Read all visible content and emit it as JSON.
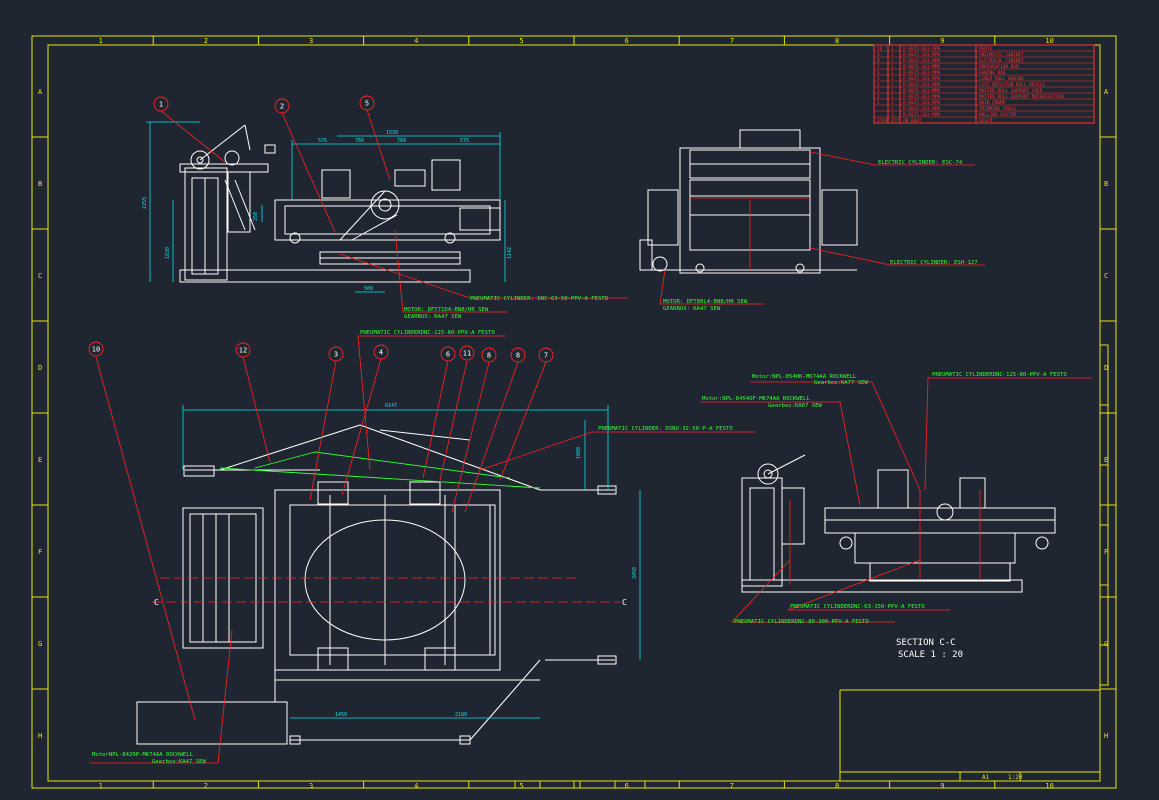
{
  "colors": {
    "background": "#202631",
    "frame": "#e6e600",
    "geometry": "#ffffff",
    "dimension": "#00e5e5",
    "callout": "#ff2020",
    "annotation": "#33ff33",
    "table": "#ff3030"
  },
  "grid": {
    "columns": [
      "1",
      "2",
      "3",
      "4",
      "5",
      "6",
      "7",
      "8",
      "9",
      "10"
    ],
    "rows": [
      "A",
      "B",
      "C",
      "D",
      "E",
      "F",
      "G",
      "H"
    ]
  },
  "bom": {
    "header": [
      "ITEM",
      "QTY",
      "AN_0007",
      "DESCR"
    ],
    "rows": [
      [
        "10",
        "1",
        "R-8025-101-MPN",
        "PENTE"
      ],
      [
        "9",
        "1",
        "R-8025-101-MPN",
        "PNEUMATIC CABINET"
      ],
      [
        "8",
        "1",
        "R-8025-101-MPN",
        "ELETRICAL CABINET"
      ],
      [
        "7",
        "1",
        "R-8025-101-MPN",
        "PREPARATION BAR"
      ],
      [
        "6",
        "1",
        "R-8025-101-MPN",
        "SAWING BAR"
      ],
      [
        "5",
        "1",
        "R-8025-101-MPN",
        "LINER ROLL REWIND"
      ],
      [
        "4",
        "1",
        "R-8025-101-MPN",
        "LIFT ROTATION ROLL DEVICE"
      ],
      [
        "3",
        "1",
        "R-8025-101-MPN",
        "MASTER ROLL SUPPORT FREE"
      ],
      [
        "2",
        "1",
        "R-8025-101-MPN",
        "MASTER ROLL SUPPORT MOTORISATION"
      ],
      [
        "1",
        "1",
        "R-8025-101-MPN",
        "MAIN FRAME"
      ],
      [
        "",
        "1",
        "R-8025-101-MPN",
        "TRIMMING TABLE"
      ],
      [
        "",
        "1",
        "R-8025-101-MPN",
        "ROLLING SYSTEM"
      ]
    ]
  },
  "callouts": {
    "top": [
      "1",
      "2",
      "5"
    ],
    "bottom": [
      "10",
      "12",
      "3",
      "4",
      "6",
      "11",
      "8",
      "8",
      "7"
    ]
  },
  "dims": {
    "top_overall": "1530",
    "top_segments": [
      "575",
      "760",
      "760",
      "575"
    ],
    "height_left": "2255",
    "height_inner": "1830",
    "height_right": "1142",
    "small_a": "250",
    "bottom_width": "500",
    "plan_width": "6147",
    "plan_height": "3450",
    "plan_right_v": "1000",
    "plan_bottom_left": "1450",
    "plan_bottom_right": "2180"
  },
  "labels": {
    "pneu_top_side": "PNEUMATIC CYLINDER: DNC-63-50-PPV-A FESTO",
    "motor_top_side": "MOTOR: DFT71D4-BN8/HR SEW",
    "gear_top_side": "GEARBOX: KA47 SEW",
    "elec_cyl_1": "ELECTRIC CYLINDER: ESC-74",
    "elec_cyl_2": "ELECTRIC CYLINDER: ESH-127",
    "motor_front": "MOTOR: DFT80L4-BN8/HR SEW",
    "gear_front": "GEARBOX: KA47 SEW",
    "pneu_plan_top": "PNEUMATIC CYLINDERDNC-125-80-PPV-A FESTO",
    "pneu_plan_mid": "PNEUMATIC CYLINDER: DSNU-32-50-P-A FESTO",
    "motor_sec_1": "Motor:NPL-8540K-MK74AA ROCKWELL",
    "gear_sec_1": "Gearbox:KA77 SEW",
    "motor_sec_2": "Motor:NPL-8454OF-MK74AA ROCKWELL",
    "gear_sec_2": "Gearbox:KA67 SEW",
    "pneu_sec_right": "PNEUMATIC CYLINDERDNC-125-80-PPV-A FESTO",
    "pneu_sec_b1": "PNEUMATIC CYLINDERDNC-63-150-PPV-A FESTO",
    "pneu_sec_b2": "PNEUMATIC CYLINDERDNC-80-300-PPV-A FESTO",
    "motor_plan_bottom": "MotorNPL-8420P-MK74AA ROCKWELL",
    "gear_plan_bottom": "Gearbox:KA47 SEW",
    "section_mark": "C",
    "section_title": "SECTION   C-C",
    "section_scale": "SCALE  1 : 20",
    "title_sheet": "A1",
    "title_scale": "1:20"
  }
}
